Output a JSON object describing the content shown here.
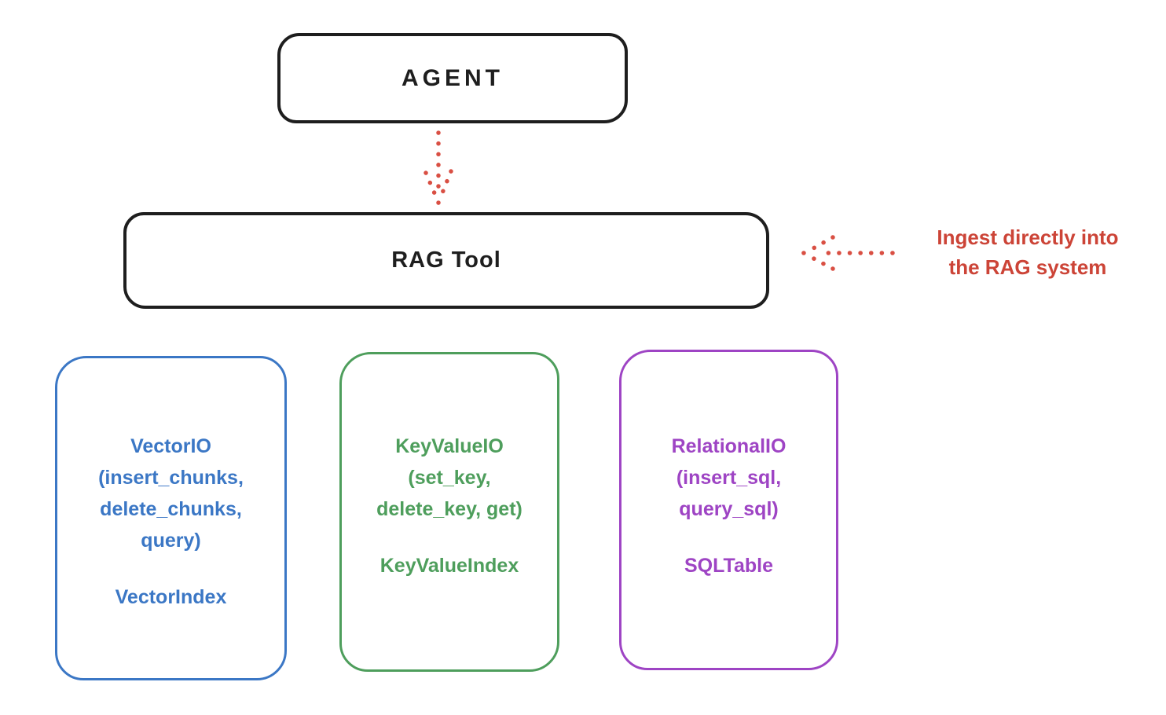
{
  "diagram": {
    "nodes": {
      "agent": {
        "label": "AGENT"
      },
      "rag_tool": {
        "label": "RAG Tool"
      }
    },
    "annotation": {
      "text": "Ingest directly into\nthe RAG system",
      "color": "#cc4437"
    },
    "backends": [
      {
        "id": "vector-io",
        "accent_color": "#3b77c5",
        "body": "VectorIO\n(insert_chunks,\ndelete_chunks,\nquery)",
        "index_label": "VectorIndex"
      },
      {
        "id": "keyvalue-io",
        "accent_color": "#4e9e5c",
        "body": "KeyValueIO\n(set_key,\ndelete_key, get)",
        "index_label": "KeyValueIndex"
      },
      {
        "id": "relational-io",
        "accent_color": "#9e44c4",
        "body": "RelationalIO\n(insert_sql,\nquery_sql)",
        "index_label": "SQLTable"
      }
    ],
    "arrows": [
      {
        "id": "agent-to-rag-tool",
        "style": "dotted",
        "direction": "down",
        "color": "#d94f43"
      },
      {
        "id": "ingest-into-rag",
        "style": "dotted",
        "direction": "left",
        "color": "#d94f43"
      }
    ],
    "colors": {
      "box_stroke": "#1e1e1e",
      "arrow_red": "#d94f43",
      "vector_blue": "#3b77c5",
      "keyvalue_green": "#4e9e5c",
      "relational_purple": "#9e44c4",
      "background": "#ffffff"
    }
  }
}
